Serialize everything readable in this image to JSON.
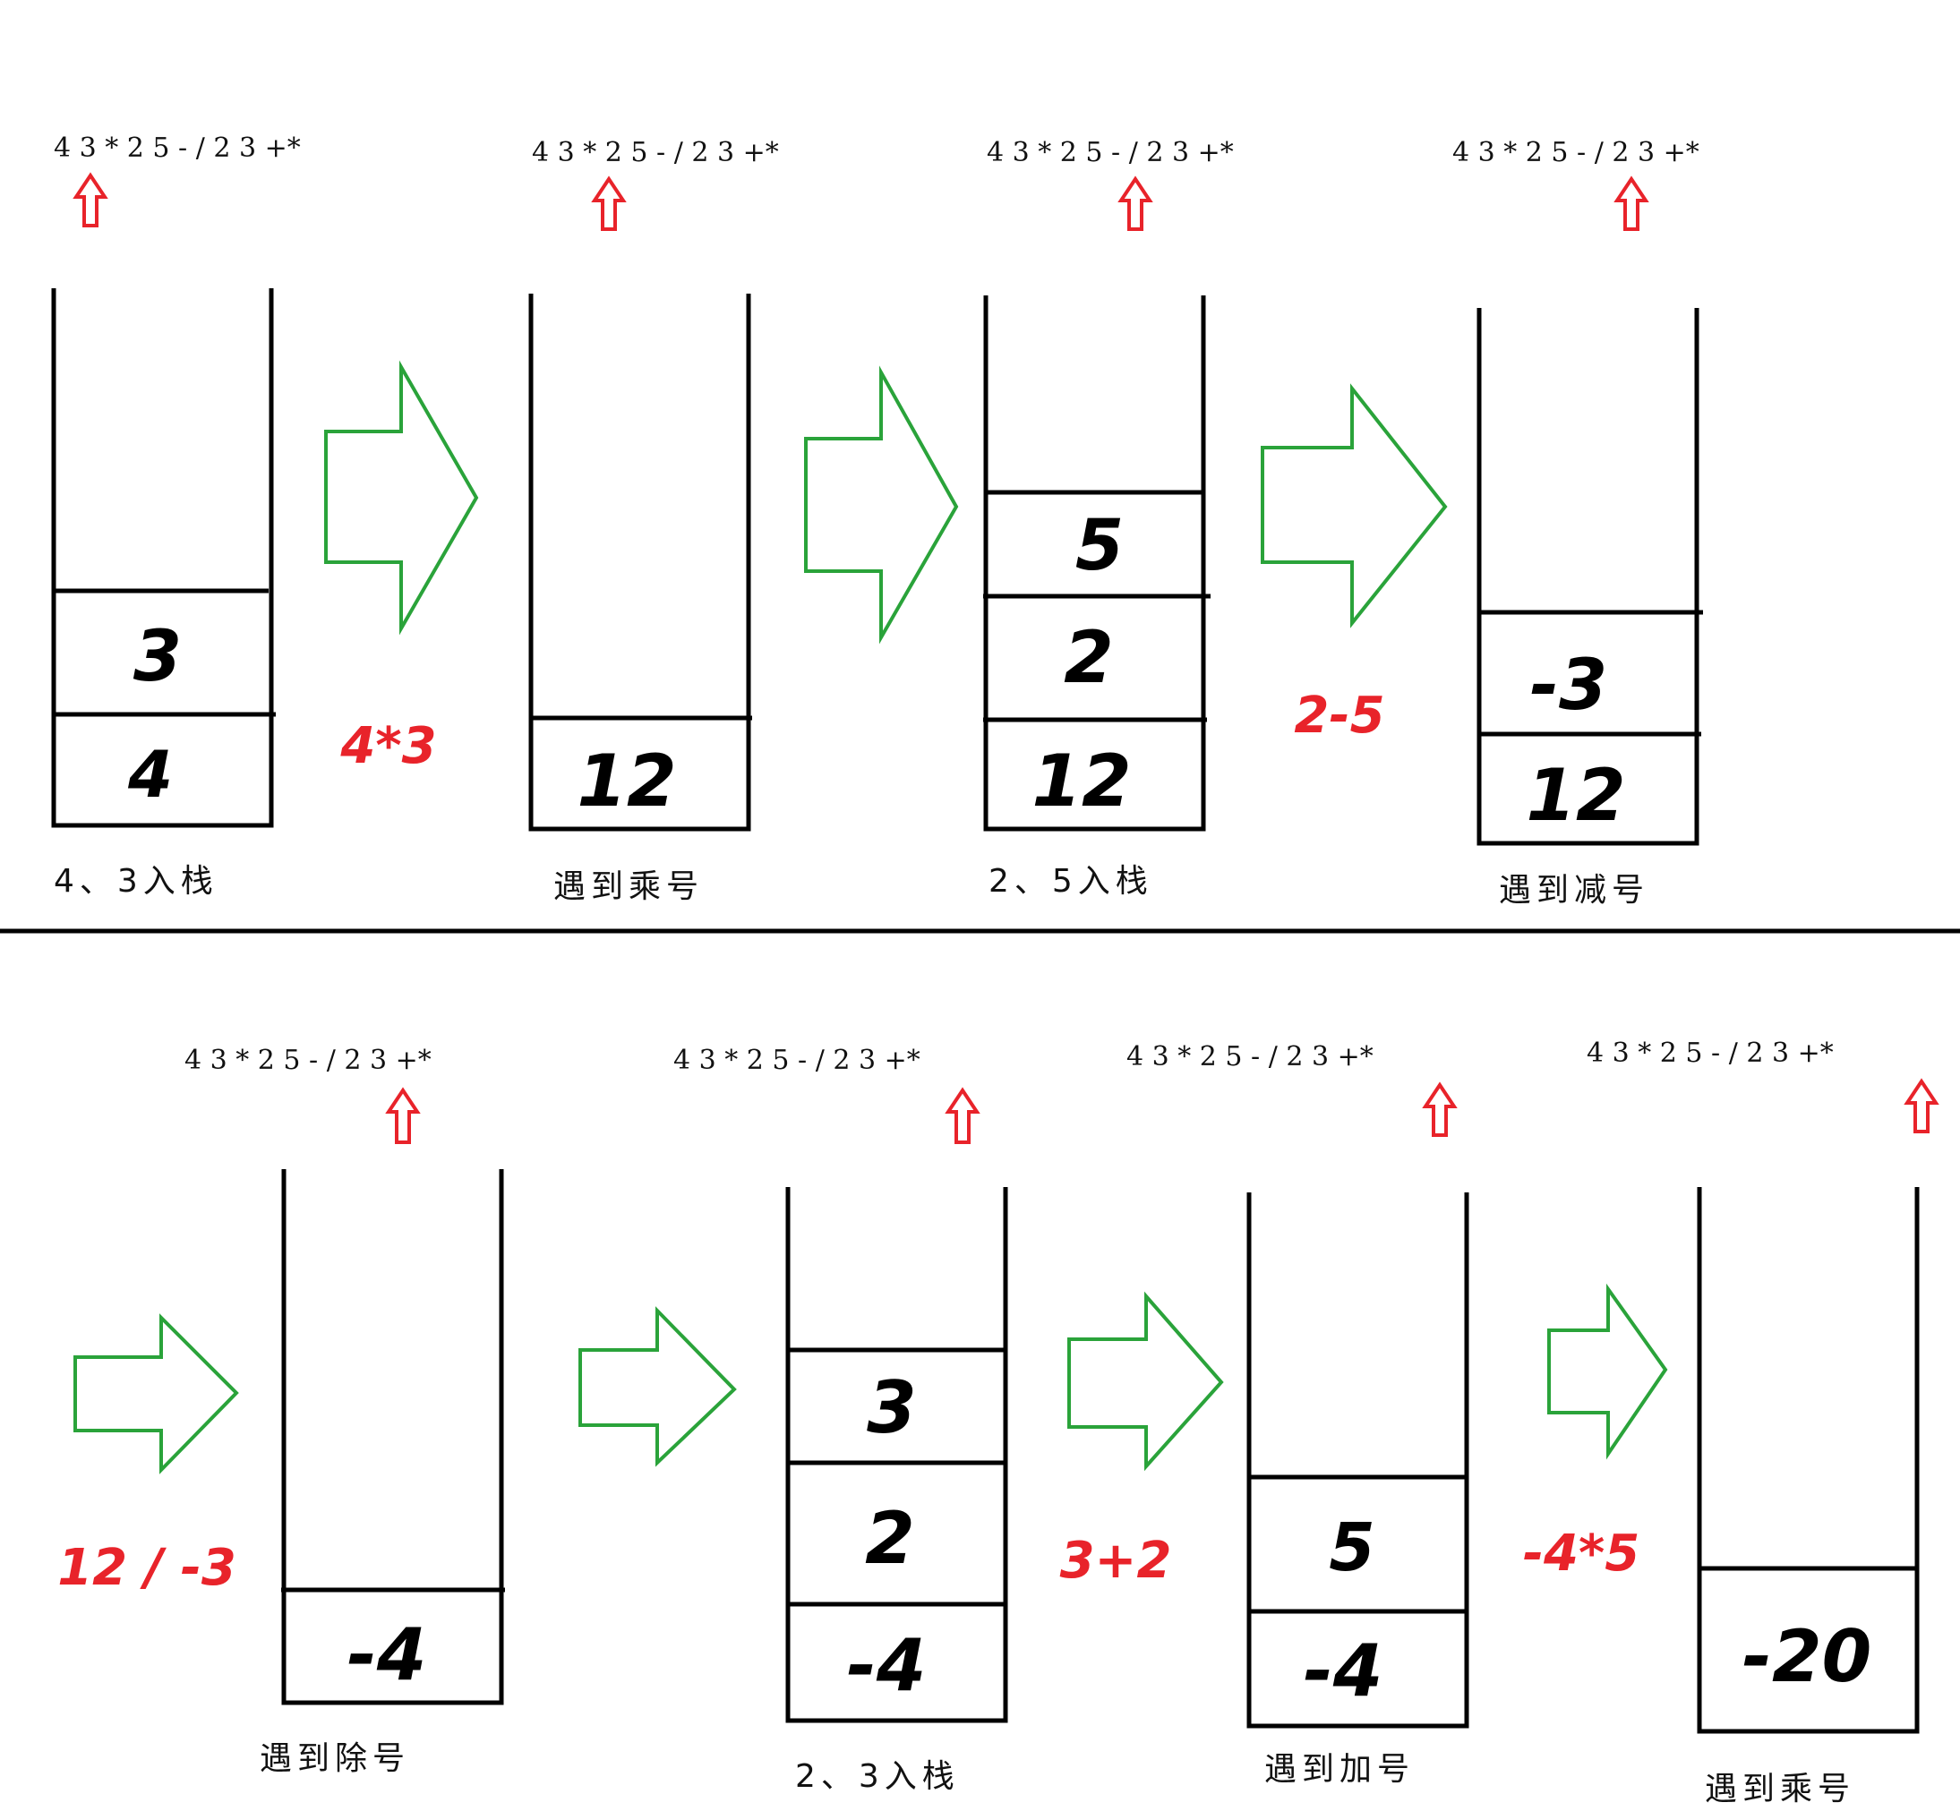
{
  "expression": "4 3 * 2 5 - / 2 3 +*",
  "colors": {
    "stack_stroke": "#000000",
    "pointer_arrow": "#e8232a",
    "flow_arrow": "#2aa33a",
    "operation_text": "#e8232a",
    "divider": "#000000"
  },
  "steps": [
    {
      "caption": "4、3入栈",
      "stack": [
        "3",
        "4"
      ],
      "operation": "4*3"
    },
    {
      "caption": "遇到乘号",
      "stack": [
        "12"
      ],
      "operation": ""
    },
    {
      "caption": "2、5入栈",
      "stack": [
        "5",
        "2",
        "12"
      ],
      "operation": "2-5"
    },
    {
      "caption": "遇到减号",
      "stack": [
        "-3",
        "12"
      ],
      "operation": ""
    },
    {
      "caption": "遇到除号",
      "stack": [
        "-4"
      ],
      "operation": "12 / -3"
    },
    {
      "caption": "2、3入栈",
      "stack": [
        "3",
        "2",
        "-4"
      ],
      "operation": ""
    },
    {
      "caption": "遇到加号",
      "stack": [
        "5",
        "-4"
      ],
      "operation": "3+2"
    },
    {
      "caption": "遇到乘号",
      "stack": [
        "-20"
      ],
      "operation": "-4*5"
    }
  ]
}
